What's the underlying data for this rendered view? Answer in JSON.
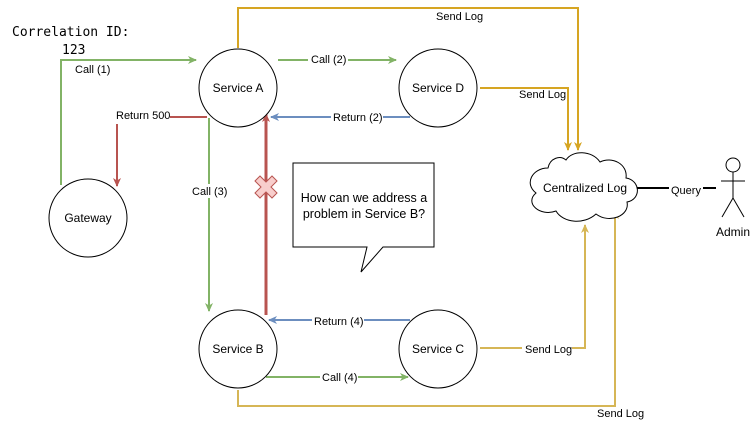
{
  "colors": {
    "green": "#82b366",
    "red": "#b85450",
    "blue": "#6c8ebf",
    "orange": "#d6a522",
    "yellow": "#d6b656",
    "x_fill": "#f8cecc",
    "x_stroke": "#b85450"
  },
  "header": {
    "correlation_label": "Correlation ID:",
    "correlation_value": "123"
  },
  "nodes": {
    "service_a": "Service A",
    "service_b": "Service B",
    "service_c": "Service C",
    "service_d": "Service D",
    "gateway": "Gateway",
    "centralized_log": "Centralized Log",
    "admin": "Admin"
  },
  "edges": {
    "call_1": "Call (1)",
    "call_2": "Call (2)",
    "call_3": "Call (3)",
    "call_4": "Call (4)",
    "return_2": "Return (2)",
    "return_4": "Return (4)",
    "return_500": "Return 500",
    "send_log_a": "Send Log",
    "send_log_d": "Send Log",
    "send_log_c": "Send Log",
    "send_log_b": "Send Log",
    "query": "Query"
  },
  "callout": {
    "line1": "How can we address a",
    "line2": "problem in Service B?"
  },
  "failure_marker_icon": "x-mark-icon"
}
